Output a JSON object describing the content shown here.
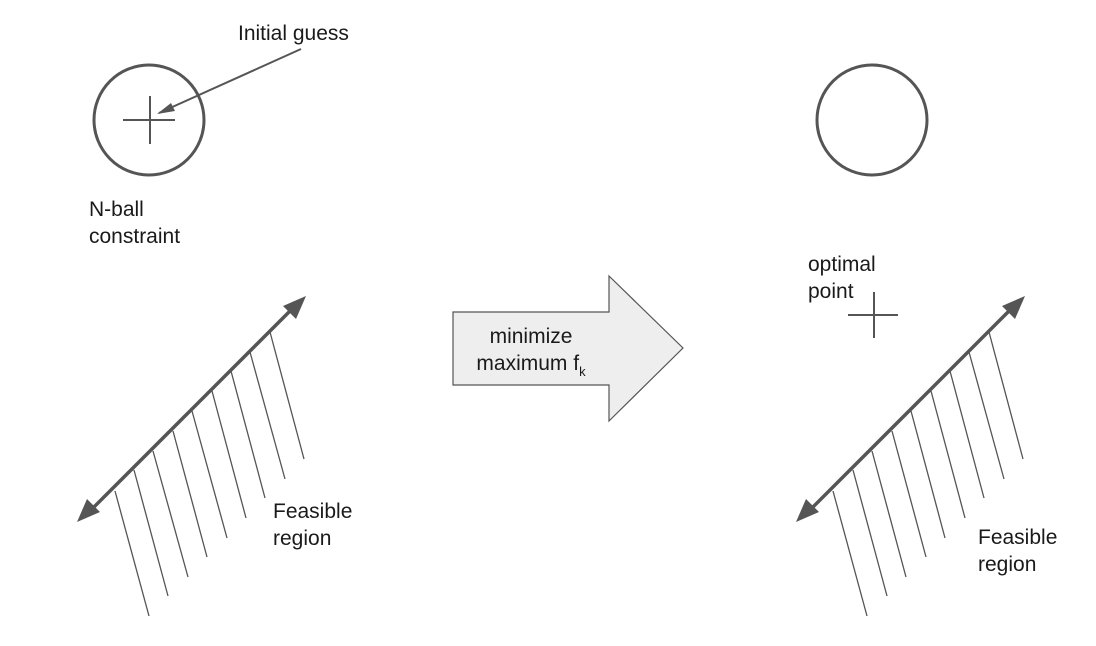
{
  "left": {
    "initial_guess": "Initial guess",
    "nball_line1": "N-ball",
    "nball_line2": "constraint",
    "feasible_line1": "Feasible",
    "feasible_line2": "region"
  },
  "center_arrow": {
    "line1": "minimize",
    "line2_main": "maximum f",
    "line2_sub": "k"
  },
  "right": {
    "optimal_line1": "optimal",
    "optimal_line2": "point",
    "feasible_line1": "Feasible",
    "feasible_line2": "region"
  },
  "colors": {
    "stroke": "#555555",
    "arrow_fill": "#eeeeee",
    "text": "#1a1a1a"
  }
}
